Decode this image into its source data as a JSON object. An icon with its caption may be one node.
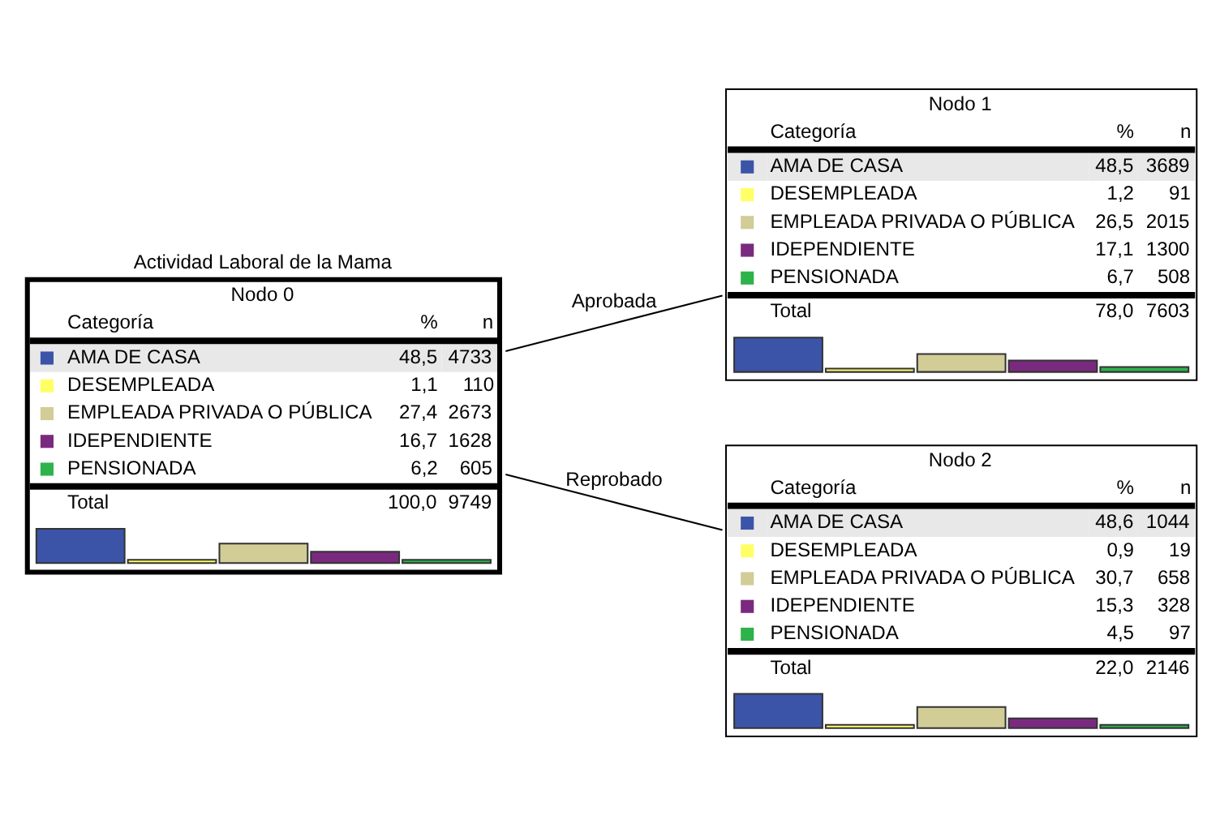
{
  "diagram": {
    "nodes": [
      {
        "text": [
          "Actividad Laboral de la Mama",
          "Nodo 0",
          "Categoría",
          "%",
          "n",
          "AMA DE CASA",
          "48,5",
          "4733",
          "DESEMPLEADA",
          "1,1",
          "110",
          "EMPLEADA PRIVADA O PÚBLICA",
          "27,4",
          "2673",
          "IDEPENDIENTE",
          "16,7",
          "1628",
          "PENSIONADA",
          "6,2",
          "605",
          "Total",
          "100,0",
          "9749"
        ]
      },
      {
        "text": [
          "Nodo 1",
          "Categoría",
          "%",
          "n",
          "AMA DE CASA",
          "48,5",
          "3689",
          "DESEMPLEADA",
          "1,2",
          "91",
          "EMPLEADA PRIVADA O PÚBLICA",
          "26,5",
          "2015",
          "IDEPENDIENTE",
          "17,1",
          "1300",
          "PENSIONADA",
          "6,7",
          "508",
          "Total",
          "78,0",
          "7603"
        ]
      },
      {
        "text": [
          "Nodo 2",
          "Categoría",
          "%",
          "n",
          "AMA DE CASA",
          "48,6",
          "1044",
          "DESEMPLEADA",
          "0,9",
          "19",
          "EMPLEADA PRIVADA O PÚBLICA",
          "30,7",
          "658",
          "IDEPENDIENTE",
          "15,3",
          "328",
          "PENSIONADA",
          "4,5",
          "97",
          "Total",
          "22,0",
          "2146"
        ]
      }
    ],
    "edges": [
      {
        "from": 0,
        "to": 1,
        "arrow": "none",
        "label": "Aprobada"
      },
      {
        "from": 0,
        "to": 2,
        "arrow": "none",
        "label": "Reprobado"
      }
    ]
  }
}
